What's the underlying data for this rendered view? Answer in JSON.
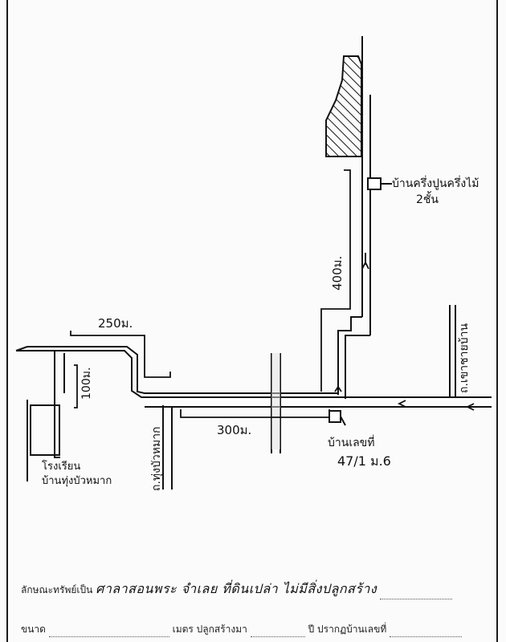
{
  "map": {
    "labels": {
      "house_top": "บ้านครึ่งปูนครึ่งไม้",
      "house_top_floors": "2ชั้น",
      "dist_400": "400ม.",
      "dist_250": "250ม.",
      "dist_100": "100ม.",
      "dist_300": "300ม.",
      "house_target": "บ้านเลขที่",
      "house_target_no": "47/1 ม.6",
      "school_line1": "โรงเรียน",
      "school_line2": "บ้านทุ่งบัวหมาก",
      "road_left": "ถ.ทุ่งบัวหมาก",
      "road_right": "ถ.เขาชายบ้าน"
    }
  },
  "form": {
    "property_label": "ลักษณะทรัพย์เป็น",
    "property_value": "ศาลาสอนพระ จำเลย ที่ดินเปล่า ไม่มีสิ่งปลูกสร้าง",
    "size_label": "ขนาด",
    "meter_built_label": "เมตร ปลูกสร้างมา",
    "year_house_label": "ปี ปรากฏบ้านเลขที่"
  }
}
